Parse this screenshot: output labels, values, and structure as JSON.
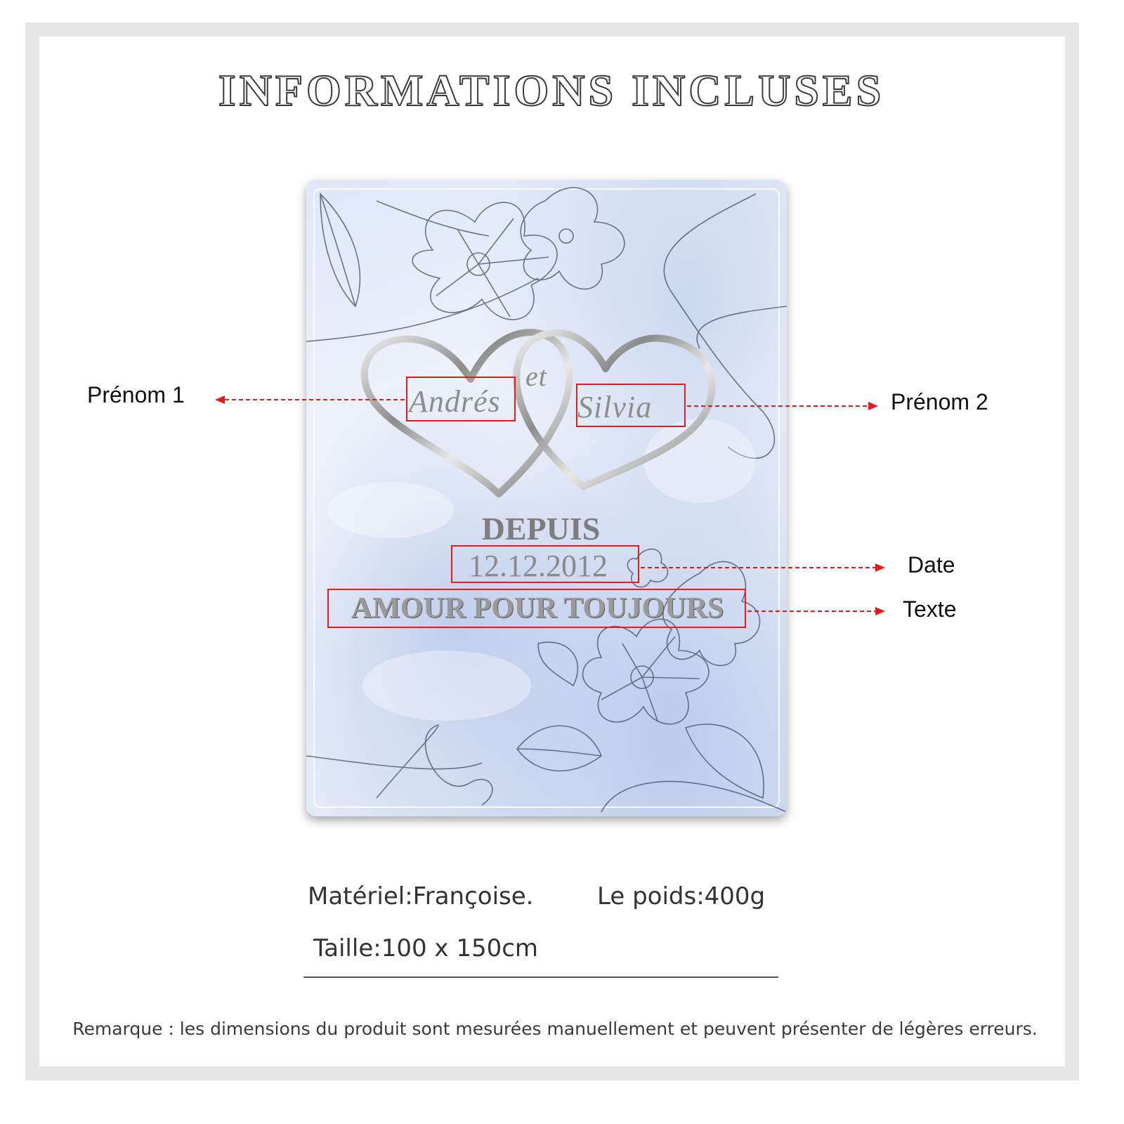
{
  "title": "INFORMATIONS INCLUSES",
  "blanket": {
    "name1": "Andrés",
    "connector": "et",
    "name2": "Silvia",
    "since_label": "DEPUIS",
    "date": "12.12.2012",
    "text": "AMOUR POUR TOUJOURS"
  },
  "callouts": {
    "prenom1": "Prénom 1",
    "prenom2": "Prénom 2",
    "date": "Date",
    "texte": "Texte"
  },
  "specs": {
    "material": "Matériel:Françoise.",
    "weight": "Le poids:400g",
    "size": "Taille:100 x 150cm"
  },
  "remark": "Remarque : les dimensions du produit sont mesurées manuellement et peuvent présenter de légères erreurs.",
  "colors": {
    "callout_red": "#e31b1b",
    "blanket_blue": "#d7e1f4",
    "silver": "#8a8a8a"
  }
}
